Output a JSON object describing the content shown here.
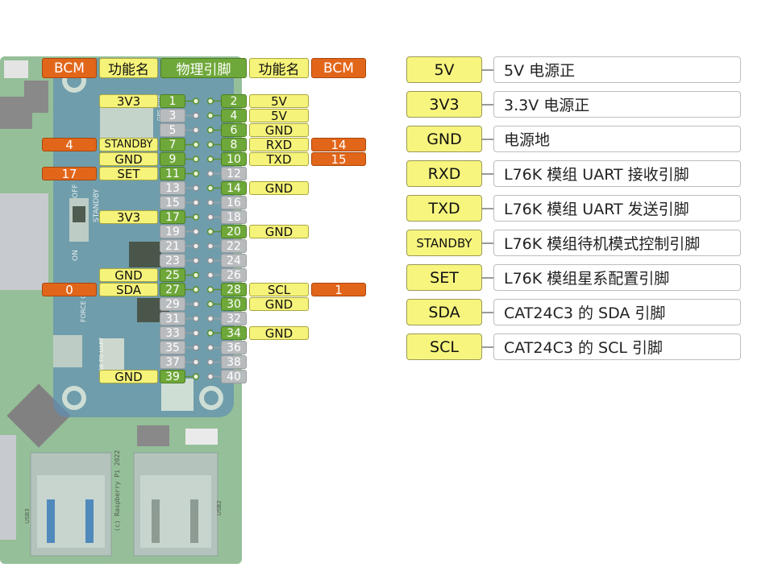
{
  "header": {
    "bcm_left": "BCM",
    "func_left": "功能名",
    "pin": "物理引脚",
    "func_right": "功能名",
    "bcm_right": "BCM"
  },
  "pins": [
    {
      "n": "1",
      "active": true,
      "func": "3V3"
    },
    {
      "n": "2",
      "active": true,
      "func": "5V"
    },
    {
      "n": "3",
      "active": false
    },
    {
      "n": "4",
      "active": true,
      "func": "5V"
    },
    {
      "n": "5",
      "active": false
    },
    {
      "n": "6",
      "active": true,
      "func": "GND"
    },
    {
      "n": "7",
      "active": true,
      "func": "STANDBY",
      "bcm": "4"
    },
    {
      "n": "8",
      "active": true,
      "func": "RXD",
      "bcm": "14"
    },
    {
      "n": "9",
      "active": true,
      "func": "GND"
    },
    {
      "n": "10",
      "active": true,
      "func": "TXD",
      "bcm": "15"
    },
    {
      "n": "11",
      "active": true,
      "func": "SET",
      "bcm": "17"
    },
    {
      "n": "12",
      "active": false
    },
    {
      "n": "13",
      "active": false
    },
    {
      "n": "14",
      "active": true,
      "func": "GND"
    },
    {
      "n": "15",
      "active": false
    },
    {
      "n": "16",
      "active": false
    },
    {
      "n": "17",
      "active": true,
      "func": "3V3"
    },
    {
      "n": "18",
      "active": false
    },
    {
      "n": "19",
      "active": false
    },
    {
      "n": "20",
      "active": true,
      "func": "GND"
    },
    {
      "n": "21",
      "active": false
    },
    {
      "n": "22",
      "active": false
    },
    {
      "n": "23",
      "active": false
    },
    {
      "n": "24",
      "active": false
    },
    {
      "n": "25",
      "active": true,
      "func": "GND"
    },
    {
      "n": "26",
      "active": false
    },
    {
      "n": "27",
      "active": true,
      "func": "SDA",
      "bcm": "0"
    },
    {
      "n": "28",
      "active": true,
      "func": "SCL",
      "bcm": "1"
    },
    {
      "n": "29",
      "active": false
    },
    {
      "n": "30",
      "active": true,
      "func": "GND"
    },
    {
      "n": "31",
      "active": false
    },
    {
      "n": "32",
      "active": false
    },
    {
      "n": "33",
      "active": false
    },
    {
      "n": "34",
      "active": true,
      "func": "GND"
    },
    {
      "n": "35",
      "active": false
    },
    {
      "n": "36",
      "active": false
    },
    {
      "n": "37",
      "active": false
    },
    {
      "n": "38",
      "active": false
    },
    {
      "n": "39",
      "active": true,
      "func": "GND"
    },
    {
      "n": "40",
      "active": false
    }
  ],
  "legend": [
    {
      "key": "5V",
      "desc": "5V 电源正"
    },
    {
      "key": "3V3",
      "desc": "3.3V 电源正"
    },
    {
      "key": "GND",
      "desc": "电源地"
    },
    {
      "key": "RXD",
      "desc": "L76K 模组 UART 接收引脚"
    },
    {
      "key": "TXD",
      "desc": "L76K 模组 UART 发送引脚"
    },
    {
      "key": "STANDBY",
      "desc": "L76K 模组待机模式控制引脚"
    },
    {
      "key": "SET",
      "desc": "L76K 模组星系配置引脚"
    },
    {
      "key": "SDA",
      "desc": "CAT24C3 的 SDA 引脚"
    },
    {
      "key": "SCL",
      "desc": "CAT24C3 的 SCL 引脚"
    }
  ],
  "board_silk": {
    "standby": "STANDBY",
    "on": "ON",
    "off": "OFF",
    "force_on": "FORCE ON",
    "usb_uart": "USB TO UART",
    "gps_pwr": "GPS PWR",
    "rpi": "(c) Raspberry Pi 2022",
    "usb2": "USB2",
    "usb3": "USB3"
  },
  "colors": {
    "yellow": "#f6f37a",
    "orange": "#e2661a",
    "green": "#6fa83a",
    "gray": "#b9bcbf",
    "board_blue": "#5f8fb4",
    "pcb_green": "#4c8f4f"
  }
}
